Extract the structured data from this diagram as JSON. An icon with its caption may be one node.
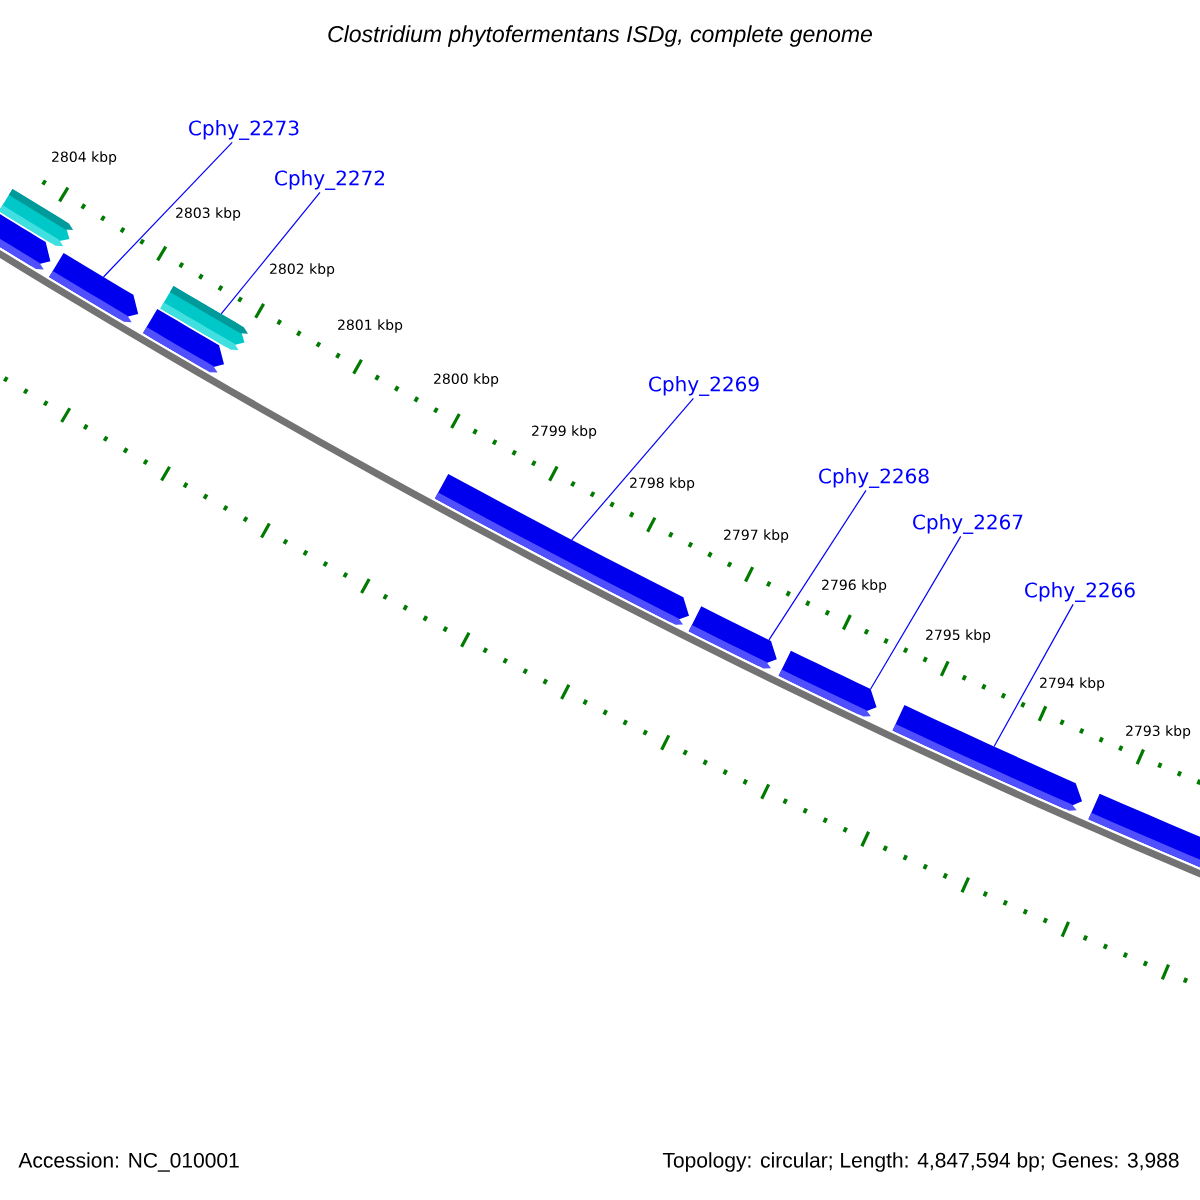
{
  "diagram": {
    "title": "Clostridium phytofermentans ISDg, complete genome",
    "nodes": [
      {
        "text": [
          "Cphy_2273"
        ]
      },
      {
        "text": [
          "Cphy_2272"
        ]
      },
      {
        "text": [
          "Cphy_2269"
        ]
      },
      {
        "text": [
          "Cphy_2268"
        ]
      },
      {
        "text": [
          "Cphy_2267"
        ]
      },
      {
        "text": [
          "Cphy_2266"
        ]
      },
      {
        "text": [],
        "shape": "arrow"
      },
      {
        "text": [],
        "shape": "arrow"
      },
      {
        "text": [],
        "shape": "arrow"
      },
      {
        "text": [],
        "shape": "arrow"
      },
      {
        "text": [],
        "shape": "arrow"
      },
      {
        "text": [],
        "shape": "arrow"
      },
      {
        "text": [],
        "shape": "arrow"
      },
      {
        "text": [],
        "shape": "arrow"
      },
      {
        "text": [],
        "shape": "arrow"
      },
      {
        "text": [],
        "shape": "arrow"
      }
    ],
    "edges": [
      {
        "from": 0,
        "to": 9,
        "arrow": "none"
      },
      {
        "from": 1,
        "to": 7,
        "arrow": "none"
      },
      {
        "from": 2,
        "to": 11,
        "arrow": "none"
      },
      {
        "from": 3,
        "to": 12,
        "arrow": "none"
      },
      {
        "from": 4,
        "to": 13,
        "arrow": "none"
      },
      {
        "from": 5,
        "to": 14,
        "arrow": "none"
      }
    ],
    "labels": [
      "2804 kbp",
      "2803 kbp",
      "2802 kbp",
      "2801 kbp",
      "2800 kbp",
      "2799 kbp",
      "2798 kbp",
      "2797 kbp",
      "2796 kbp",
      "2795 kbp",
      "2794 kbp",
      "2793 kbp",
      "Accession: NC_010001",
      "Topology: circular; Length: 4,847,594 bp; Genes: 3,988"
    ]
  }
}
